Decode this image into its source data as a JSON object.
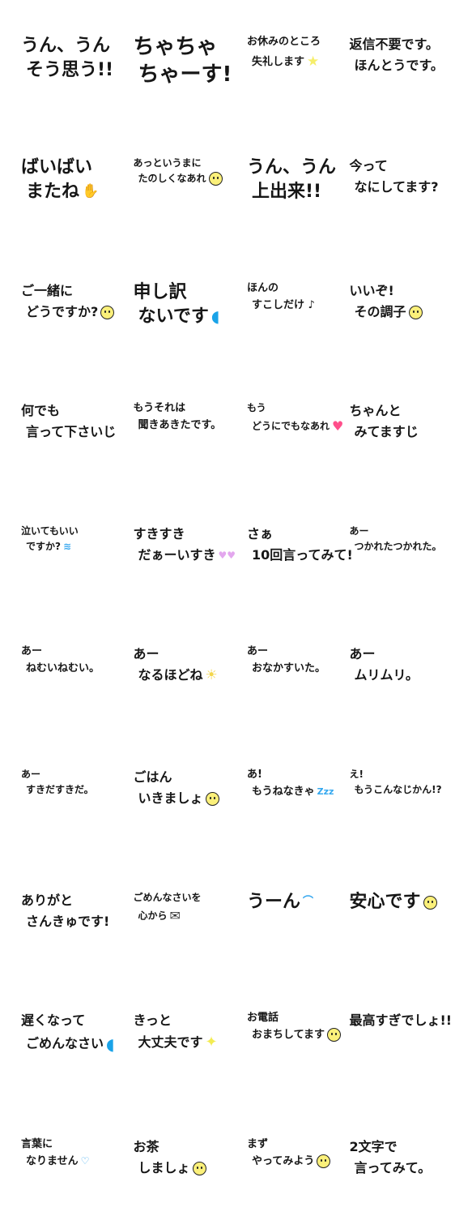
{
  "stickers": [
    {
      "lines": [
        "うん、うん",
        "そう思う!!"
      ],
      "size": "big"
    },
    {
      "lines": [
        "ちゃちゃ",
        "ちゃーす!"
      ],
      "size": "xl"
    },
    {
      "lines": [
        "お休みのところ",
        "失礼します"
      ],
      "size": "small",
      "deco": "star-icon"
    },
    {
      "lines": [
        "返信不要です。",
        "ほんとうです。"
      ],
      "size": "mid"
    },
    {
      "lines": [
        "ばいばい",
        "またね"
      ],
      "size": "big",
      "deco": "hand-icon"
    },
    {
      "lines": [
        "あっというまに",
        "たのしくなあれ"
      ],
      "size": "fs12",
      "deco": "smiley-icon"
    },
    {
      "lines": [
        "うん、うん",
        "上出来!!"
      ],
      "size": "big"
    },
    {
      "lines": [
        "今って",
        "なにしてます?"
      ],
      "size": "mid"
    },
    {
      "lines": [
        "ご一緒に",
        "どうですか?"
      ],
      "size": "mid",
      "deco": "smiley-icon"
    },
    {
      "lines": [
        "申し訳",
        "ないです"
      ],
      "size": "big",
      "deco": "drop-icon"
    },
    {
      "lines": [
        "ほんの",
        "すこしだけ ♪"
      ],
      "size": "small"
    },
    {
      "lines": [
        "いいぞ!",
        "その調子"
      ],
      "size": "mid",
      "deco": "smiley-icon"
    },
    {
      "lines": [
        "何でも",
        "言って下さいじ"
      ],
      "size": "mid"
    },
    {
      "lines": [
        "もうそれは",
        "聞きあきたです。"
      ],
      "size": "small"
    },
    {
      "lines": [
        "もう",
        "どうにでもなあれ"
      ],
      "size": "fs12",
      "deco": "heart-icon"
    },
    {
      "lines": [
        "ちゃんと",
        "みてますじ"
      ],
      "size": "mid"
    },
    {
      "lines": [
        "泣いてもいい",
        "ですか?"
      ],
      "size": "fs12",
      "deco": "sweat-icon"
    },
    {
      "lines": [
        "すきすき",
        "だぁーいすき"
      ],
      "size": "mid",
      "deco": "hearts-icon"
    },
    {
      "lines": [
        "さぁ",
        "10回言ってみて!"
      ],
      "size": "mid"
    },
    {
      "lines": [
        "あー",
        "つかれたつかれた。"
      ],
      "size": "fs12"
    },
    {
      "lines": [
        "あー",
        "ねむいねむい。"
      ],
      "size": "small"
    },
    {
      "lines": [
        "あー",
        "なるほどね"
      ],
      "size": "mid",
      "deco": "bulb-icon"
    },
    {
      "lines": [
        "あー",
        "おなかすいた。"
      ],
      "size": "small"
    },
    {
      "lines": [
        "あー",
        "ムリムリ。"
      ],
      "size": "mid"
    },
    {
      "lines": [
        "あー",
        "すきだすきだ。"
      ],
      "size": "fs12"
    },
    {
      "lines": [
        "ごはん",
        "いきましょ"
      ],
      "size": "mid",
      "deco": "smiley-icon"
    },
    {
      "lines": [
        "あ!",
        "もうねなきゃ"
      ],
      "size": "small",
      "deco": "zzz-icon"
    },
    {
      "lines": [
        "え!",
        "もうこんなじかん!?"
      ],
      "size": "fs12"
    },
    {
      "lines": [
        "ありがと",
        "さんきゅです!"
      ],
      "size": "mid"
    },
    {
      "lines": [
        "ごめんなさいを",
        "心から"
      ],
      "size": "fs12",
      "deco": "mail-icon"
    },
    {
      "lines": [
        "うーん"
      ],
      "size": "big",
      "deco": "sad-icon"
    },
    {
      "lines": [
        "安心です"
      ],
      "size": "big",
      "deco": "smiley-icon"
    },
    {
      "lines": [
        "遅くなって",
        "ごめんなさい"
      ],
      "size": "mid",
      "deco": "drop-icon"
    },
    {
      "lines": [
        "きっと",
        "大丈夫です"
      ],
      "size": "mid",
      "deco": "sparkle-icon"
    },
    {
      "lines": [
        "お電話",
        "おまちしてます"
      ],
      "size": "small",
      "deco": "smiley-icon"
    },
    {
      "lines": [
        "最高すぎでしょ!!"
      ],
      "size": "mid"
    },
    {
      "lines": [
        "言葉に",
        "なりません"
      ],
      "size": "small",
      "deco": "lips-icon"
    },
    {
      "lines": [
        "お茶",
        "しましょ"
      ],
      "size": "mid",
      "deco": "smiley-icon"
    },
    {
      "lines": [
        "まず",
        "やってみよう"
      ],
      "size": "small",
      "deco": "smiley-icon"
    },
    {
      "lines": [
        "2文字で",
        "言ってみて。"
      ],
      "size": "mid"
    }
  ]
}
